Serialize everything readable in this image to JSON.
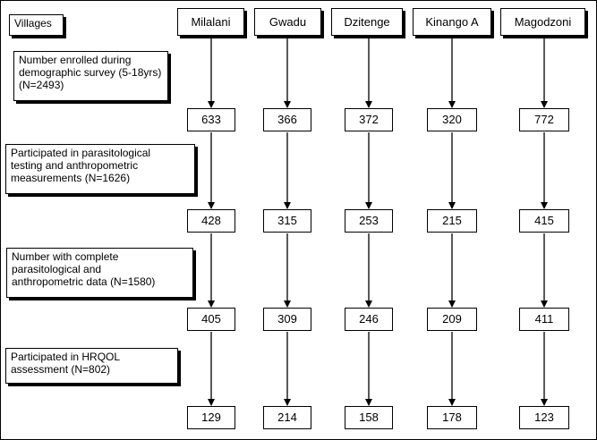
{
  "header_label": "Villages",
  "villages": [
    "Milalani",
    "Gwadu",
    "Dzitenge",
    "Kinango A",
    "Magodzoni"
  ],
  "stages": [
    {
      "label": "Number enrolled during\ndemographic survey (5-18yrs)\n(N=2493)",
      "values": [
        "633",
        "366",
        "372",
        "320",
        "772"
      ]
    },
    {
      "label": "Participated in parasitological\ntesting and anthropometric\nmeasurements (N=1626)",
      "values": [
        "428",
        "315",
        "253",
        "215",
        "415"
      ]
    },
    {
      "label": "Number with complete\nparasitological and\nanthropometric data (N=1580)",
      "values": [
        "405",
        "309",
        "246",
        "209",
        "411"
      ]
    },
    {
      "label": "Participated in HRQOL\nassessment (N=802)",
      "values": [
        "129",
        "214",
        "158",
        "178",
        "123"
      ]
    }
  ]
}
